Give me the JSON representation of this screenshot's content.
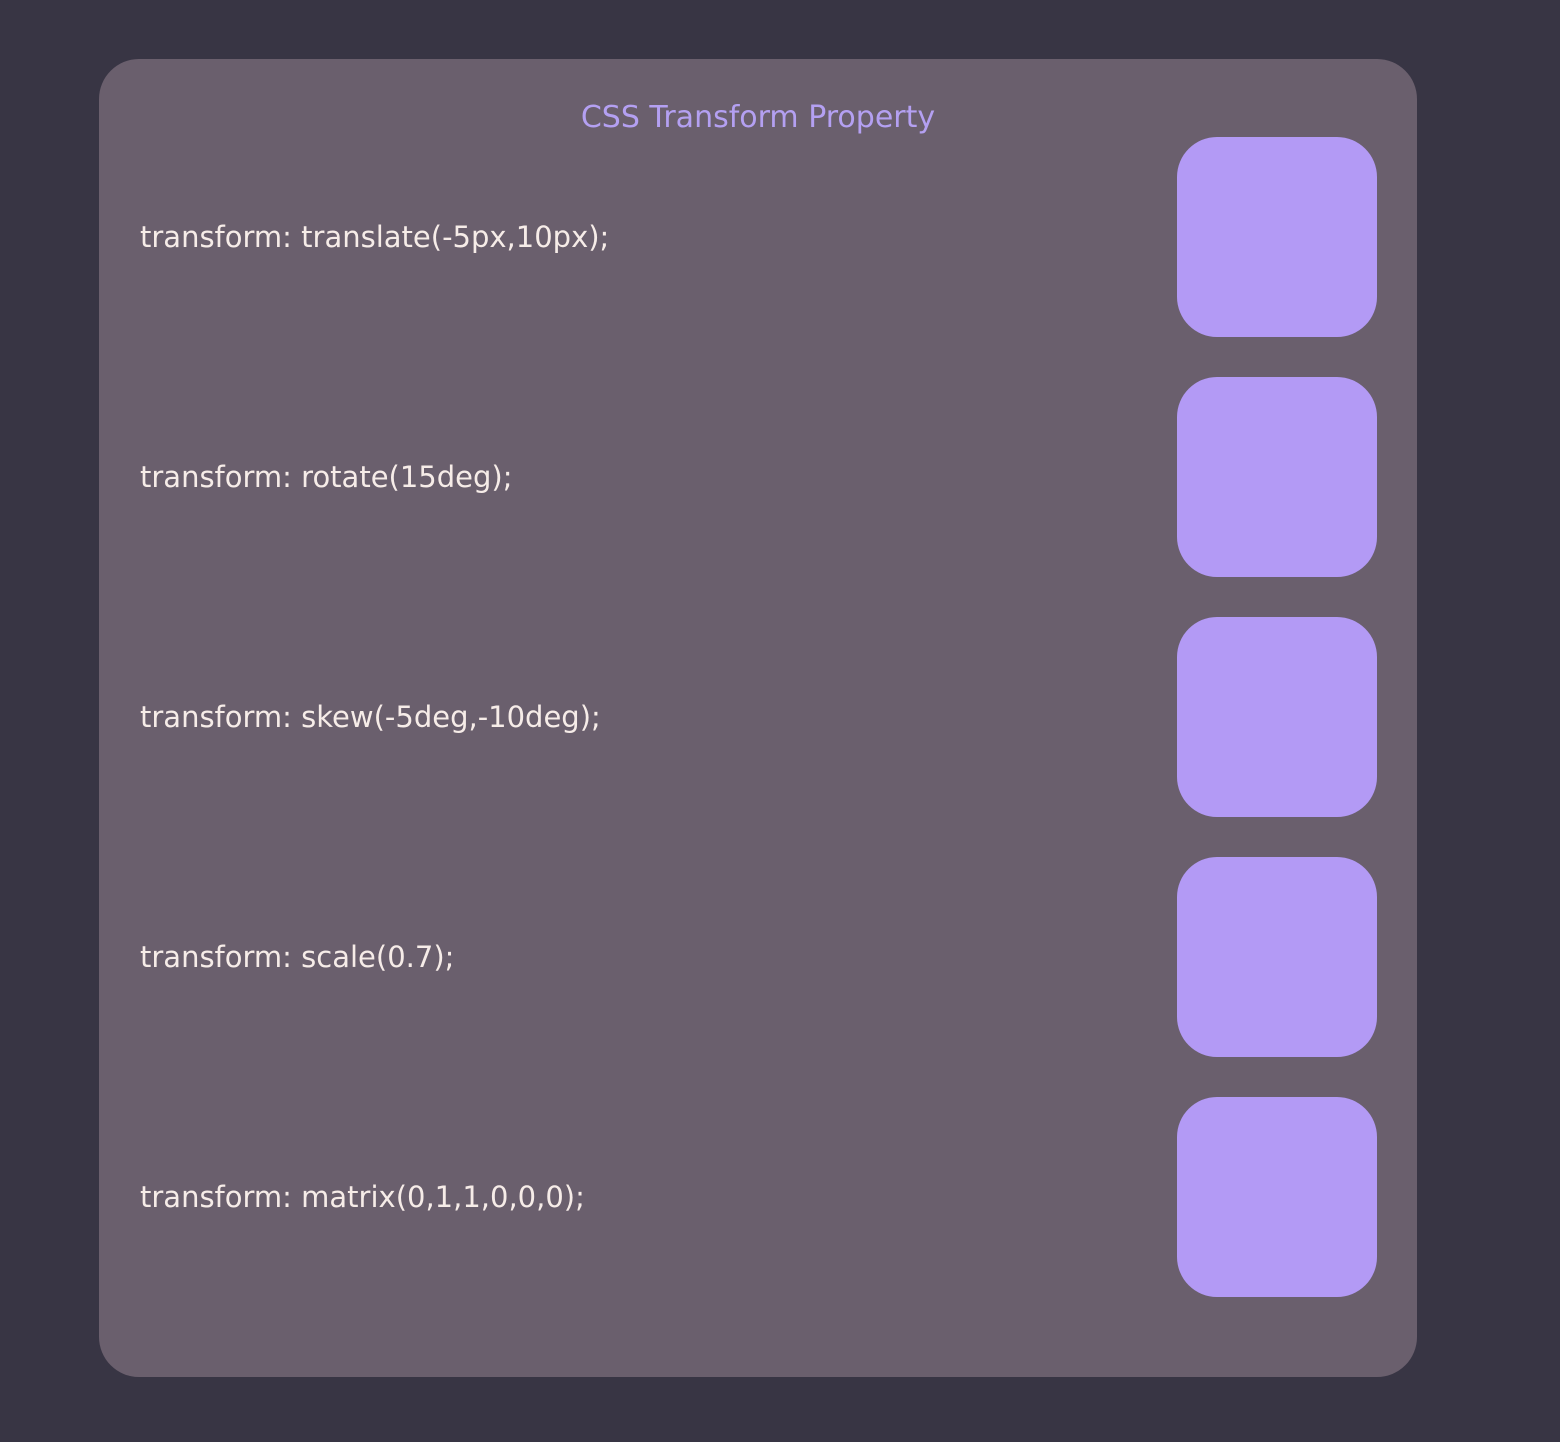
{
  "page": {
    "title": "CSS Transform Property"
  },
  "rows": [
    {
      "label": "transform: translate(-5px,10px);"
    },
    {
      "label": "transform: rotate(15deg);"
    },
    {
      "label": "transform: skew(-5deg,-10deg);"
    },
    {
      "label": "transform: scale(0.7);"
    },
    {
      "label": "transform: matrix(0,1,1,0,0,0);"
    }
  ],
  "colors": {
    "background": "#383544",
    "card": "#6a5f6d",
    "accent": "#b4a0f2",
    "box": "#b39af5",
    "text": "#f6ece8"
  }
}
